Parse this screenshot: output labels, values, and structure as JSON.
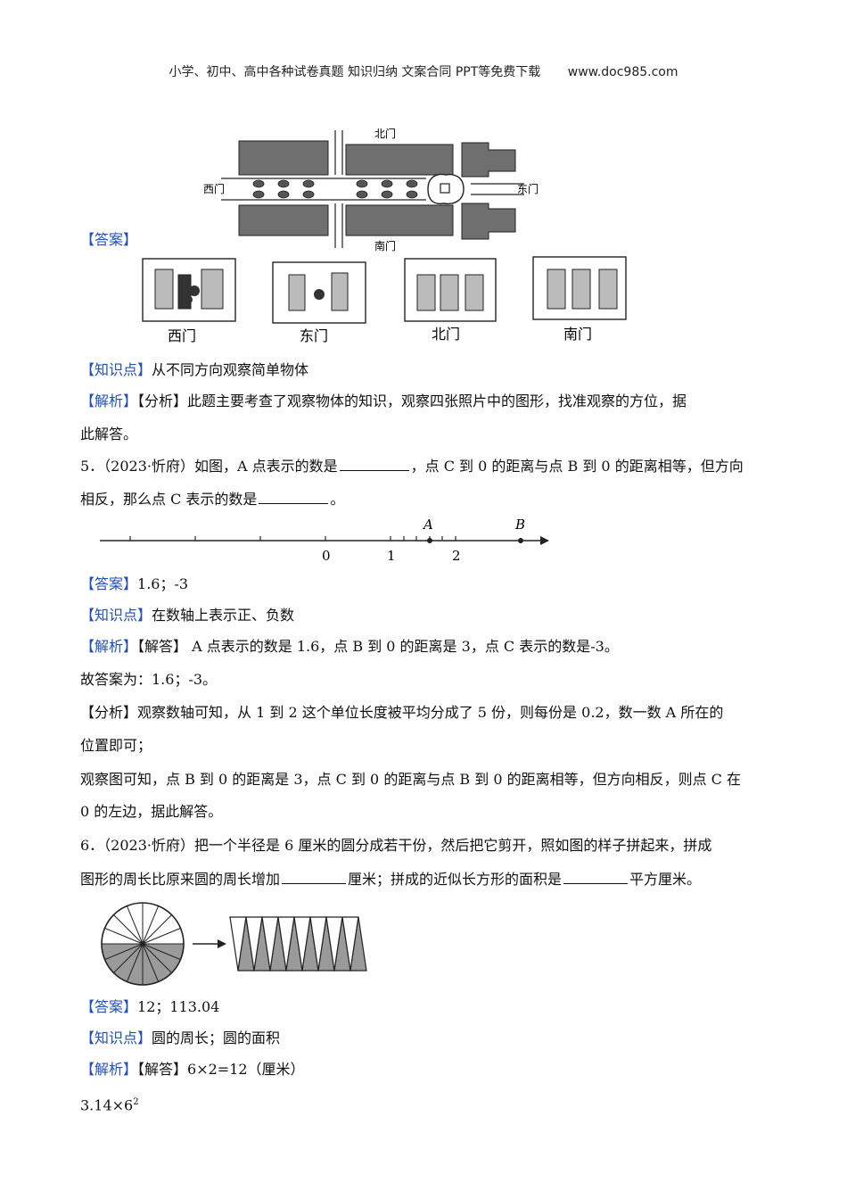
{
  "header": {
    "left_text": "小学、初中、高中各种试卷真题  知识归纳  文案合同  PPT等免费下载",
    "site": "www.doc985.com"
  },
  "q4": {
    "answer_tag": "【答案】",
    "map_labels": {
      "north": "北门",
      "south": "南门",
      "west": "西门",
      "east": "东门"
    },
    "photo_labels": [
      "西门",
      "东门",
      "北门",
      "南门"
    ],
    "knowledge_tag": "【知识点】",
    "knowledge": "从不同方向观察简单物体",
    "analysis_tag": "【解析】",
    "analysis_line1": "【分析】此题主要考查了观察物体的知识，观察四张照片中的图形，找准观察的方位，据",
    "analysis_line2": "此解答。"
  },
  "q5": {
    "line1_a": "5．（2023·忻府）如图，A 点表示的数是",
    "line1_b": "，点 C 到 0 的距离与点 B 到 0 的距离相等，但方向",
    "line2_a": "相反，那么点 C 表示的数是",
    "line2_b": "。",
    "numberline": {
      "ticks": [
        "0",
        "1",
        "2"
      ],
      "point_a": "A",
      "point_b": "B",
      "value_a": 1.6,
      "value_b": 3
    },
    "answer_tag": "【答案】",
    "answer": "1.6；-3",
    "knowledge_tag": "【知识点】",
    "knowledge": "在数轴上表示正、负数",
    "analysis_tag": "【解析】",
    "solution": "【解答】  A 点表示的数是 1.6，点 B 到 0 的距离是 3，点 C 表示的数是-3。",
    "conclusion": "故答案为：1.6；-3。",
    "analysis_line1": "【分析】观察数轴可知，从 1 到 2 这个单位长度被平均分成了 5 份，则每份是 0.2，数一数 A 所在的",
    "analysis_line2": "位置即可；",
    "analysis_line3": "观察图可知，点 B 到 0 的距离是 3，点 C 到 0 的距离与点 B 到 0 的距离相等，但方向相反，则点 C 在",
    "analysis_line4": "0 的左边，据此解答。"
  },
  "q6": {
    "line1": "6．（2023·忻府）把一个半径是 6 厘米的圆分成若干份，然后把它剪开，照如图的样子拼起来，拼成",
    "line2_a": "图形的周长比原来圆的周长增加",
    "line2_b": "厘米；拼成的近似长方形的面积是",
    "line2_c": "平方厘米。",
    "answer_tag": "【答案】",
    "answer": "12；113.04",
    "knowledge_tag": "【知识点】",
    "knowledge": "圆的周长；圆的面积",
    "analysis_tag": "【解析】",
    "solution": "【解答】6×2=12（厘米）",
    "formula_base": "3.14×6",
    "formula_exp": "2"
  }
}
